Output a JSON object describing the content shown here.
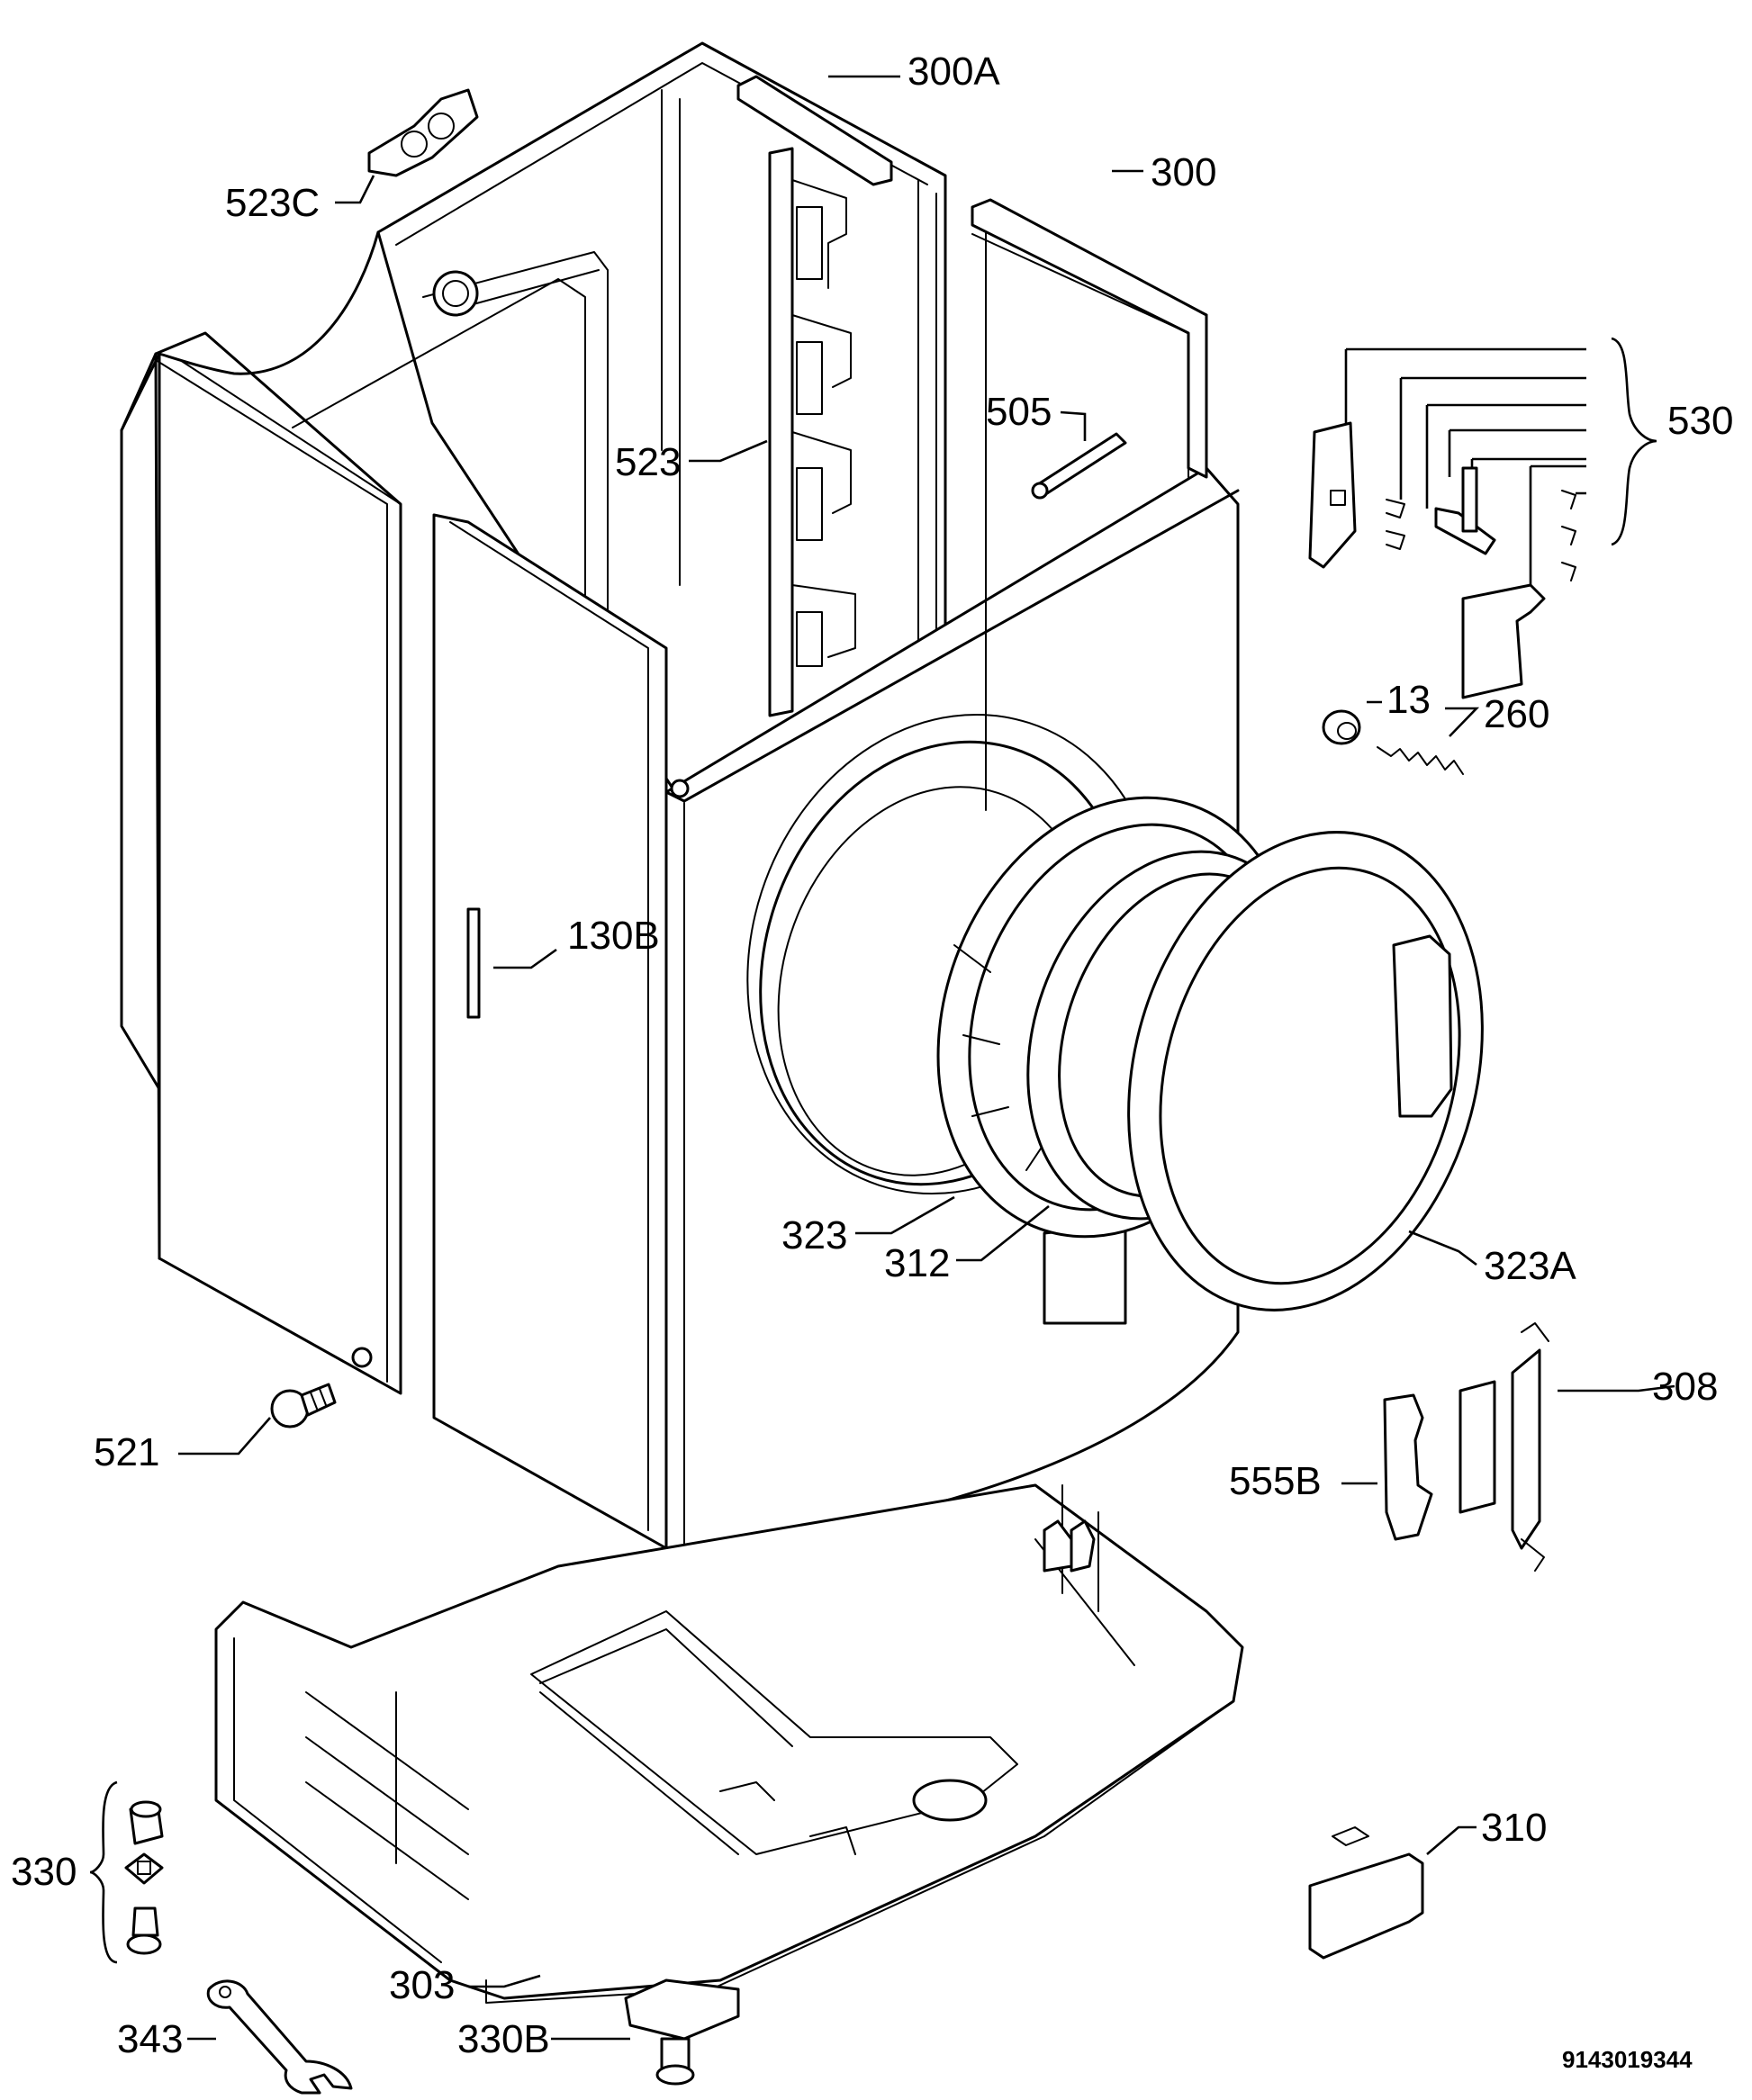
{
  "labels": {
    "p300a": "300A",
    "p523c": "523C",
    "p300": "300",
    "p505": "505",
    "p530": "530",
    "p523": "523",
    "p13": "13",
    "p260": "260",
    "p130b": "130B",
    "p323": "323",
    "p312": "312",
    "p323a": "323A",
    "p521": "521",
    "p308": "308",
    "p555b": "555B",
    "p310": "310",
    "p330": "330",
    "p303": "303",
    "p343": "343",
    "p330b": "330B"
  },
  "drawing_code": "9143019344"
}
